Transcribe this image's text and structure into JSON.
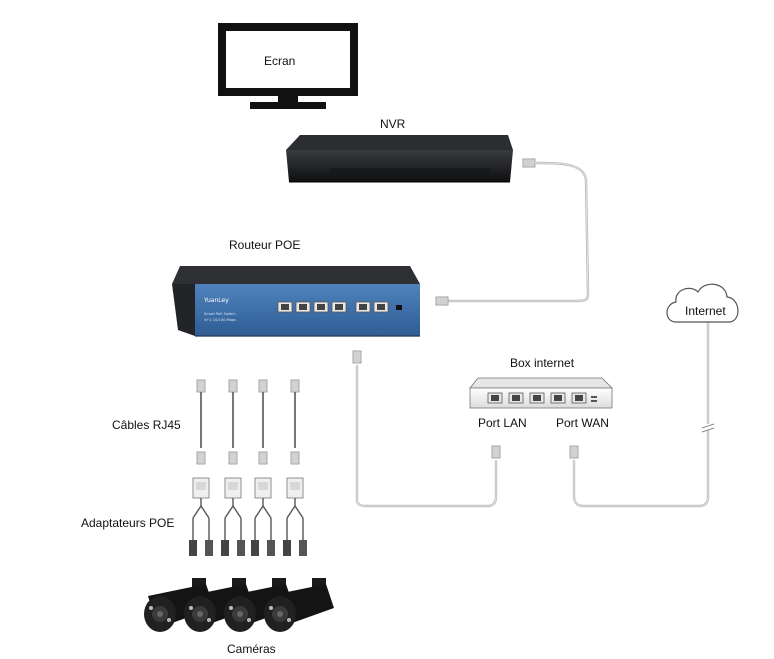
{
  "labels": {
    "screen": "Ecran",
    "nvr": "NVR",
    "router": "Routeur POE",
    "box": "Box internet",
    "port_lan": "Port LAN",
    "port_wan": "Port WAN",
    "internet": "Internet",
    "cables": "Câbles RJ45",
    "adapters": "Adaptateurs POE",
    "cameras": "Caméras"
  },
  "router_print": {
    "brand": "YuanLey",
    "line1": "Smart PoE Switch",
    "line2": "4+2 10/100 Mbps"
  },
  "colors": {
    "device_dark": "#1c1d20",
    "switch_blue": "#3d6fa8",
    "cable_gray": "#b9b9b9",
    "box_white": "#f3f3f3"
  }
}
